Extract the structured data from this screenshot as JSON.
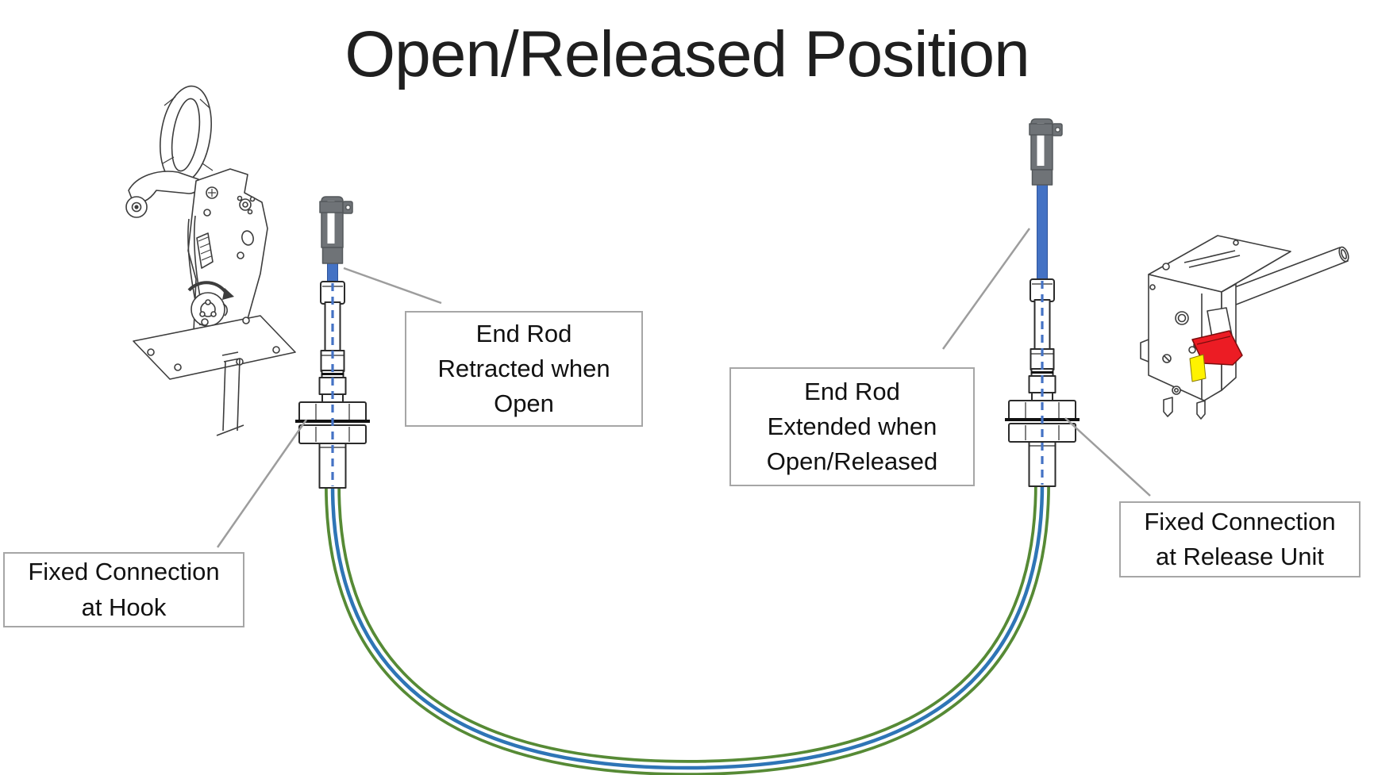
{
  "title": "Open/Released Position",
  "callouts": {
    "retracted": {
      "line1": "End Rod",
      "line2": "Retracted when",
      "line3": "Open"
    },
    "extended": {
      "line1": "End Rod",
      "line2": "Extended when",
      "line3": "Open/Released"
    },
    "hook": {
      "line1": "Fixed Connection",
      "line2": "at Hook"
    },
    "release_unit": {
      "line1": "Fixed Connection",
      "line2": "at Release Unit"
    }
  },
  "colors": {
    "rod_blue": "#4472C4",
    "core_blue": "#2E75B6",
    "conduit_green": "#568A35",
    "clevis_gray": "#6F7377",
    "clevis_dark": "#54585B",
    "leader_gray": "#9D9D9D",
    "box_border_gray": "#A6A6A6",
    "lever_red": "#EC1C24",
    "lever_yellow": "#FFF200",
    "line_dark": "#2B2B2B",
    "text_black": "#111111"
  }
}
